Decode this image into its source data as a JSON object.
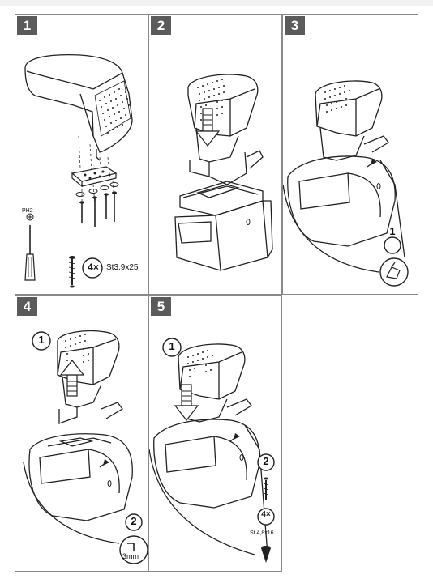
{
  "panels": [
    {
      "step": "1",
      "screwdriver_label": "PH2",
      "qty_label": "4×",
      "screw_spec": "St3.9x25"
    },
    {
      "step": "2"
    },
    {
      "step": "3",
      "marker": "1"
    },
    {
      "step": "4",
      "marker_top": "1",
      "marker_bottom": "2",
      "hex_size": "3mm"
    },
    {
      "step": "5",
      "marker_top": "1",
      "marker_bottom": "2",
      "qty_label": "4×",
      "screw_spec": "St 4,8x16"
    }
  ],
  "colors": {
    "step_badge": "#5b5b5b",
    "line": "#222222",
    "border": "#8a8a8a"
  }
}
